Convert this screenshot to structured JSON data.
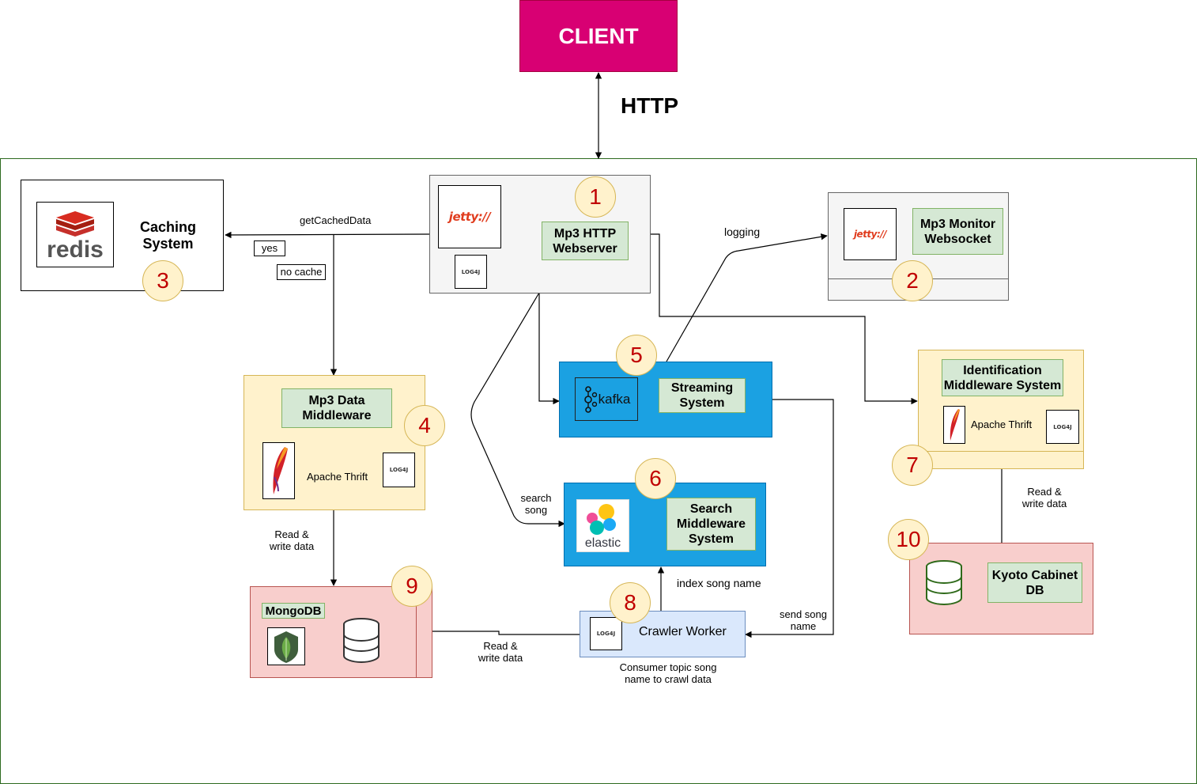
{
  "client": {
    "label": "CLIENT"
  },
  "protocol": {
    "label": "HTTP"
  },
  "components": {
    "webserver": {
      "name": "Mp3 HTTP Webserver",
      "number": "1"
    },
    "monitor": {
      "name": "Mp3 Monitor Websocket",
      "number": "2"
    },
    "caching": {
      "name": "Caching System",
      "number": "3",
      "logo": "redis"
    },
    "data_middleware": {
      "name": "Mp3 Data Middleware",
      "number": "4",
      "tech": "Apache Thrift"
    },
    "streaming": {
      "name": "Streaming System",
      "number": "5",
      "logo": "kafka"
    },
    "search": {
      "name": "Search Middleware System",
      "number": "6",
      "logo": "elastic"
    },
    "identification": {
      "name": "Identification Middleware System",
      "number": "7",
      "tech": "Apache Thrift"
    },
    "crawler": {
      "name": "Crawler Worker",
      "number": "8",
      "caption": "Consumer topic song name to crawl data"
    },
    "mongodb": {
      "name": "MongoDB",
      "number": "9"
    },
    "kyoto": {
      "name": "Kyoto Cabinet DB",
      "number": "10"
    }
  },
  "edges": {
    "get_cached": "getCachedData",
    "yes": "yes",
    "no_cache": "no cache",
    "logging": "logging",
    "search_song": "search song",
    "index_song": "index song name",
    "send_song": "send song name",
    "rw_data_middleware": "Read & write data",
    "rw_crawler": "Read & write data",
    "rw_identification": "Read & write data"
  },
  "logos": {
    "jetty": "jetty://",
    "log4j": "LOG4J",
    "redis": "redis",
    "kafka": "kafka",
    "elastic": "elastic"
  },
  "colors": {
    "client": "#d80073",
    "container_border": "#2d6a1f",
    "blue_box": "#1ba1e2",
    "yellow_box": "#fff2cc",
    "pink_box": "#f8cecc",
    "green_label": "#d5e8d4",
    "crawler_box": "#dae8fc",
    "number_text": "#c00000"
  }
}
